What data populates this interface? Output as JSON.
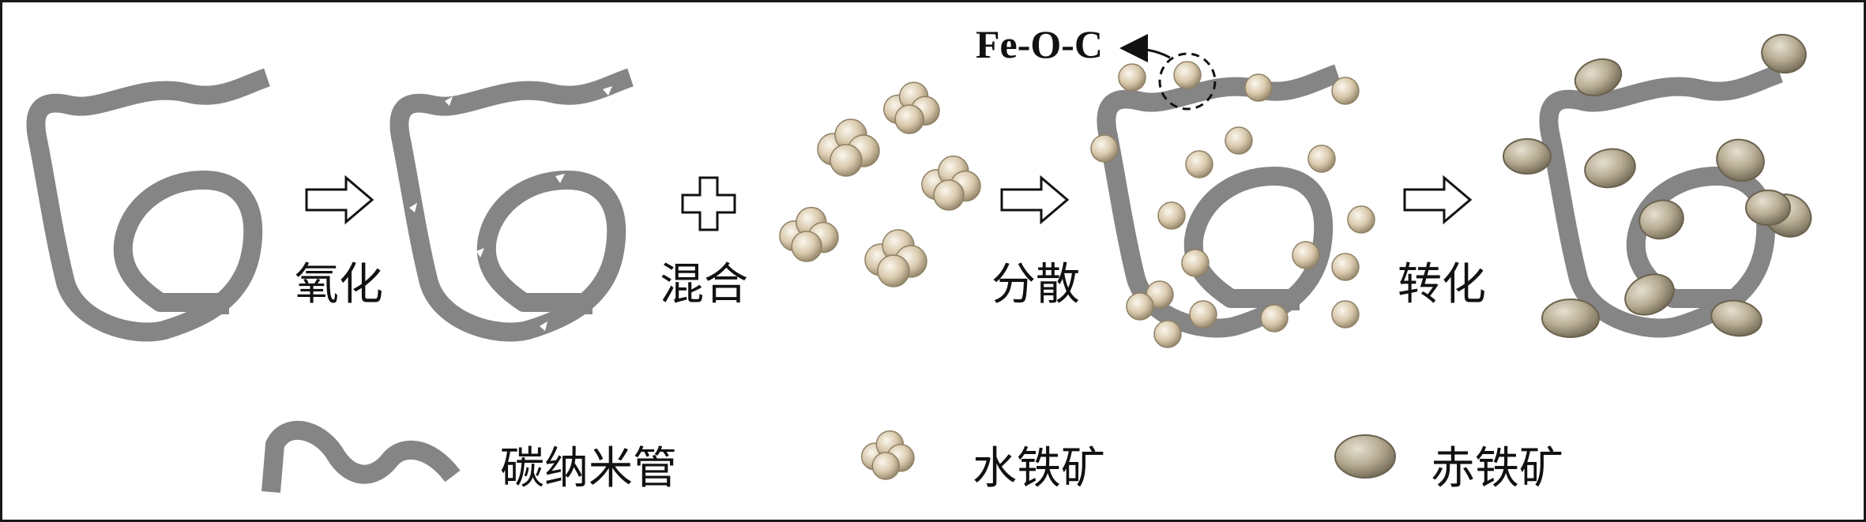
{
  "steps": {
    "oxidation": "氧化",
    "mixing": "混合",
    "dispersion": "分散",
    "conversion": "转化"
  },
  "annotation": "Fe-O-C",
  "legend": {
    "cnt": "碳纳米管",
    "ferrihydrite": "水铁矿",
    "hematite": "赤铁矿"
  },
  "colors": {
    "tube": "#858585",
    "sphere": "#d9c9ac",
    "hematite": "#b8ad94",
    "frame": "#1a1a1a"
  }
}
